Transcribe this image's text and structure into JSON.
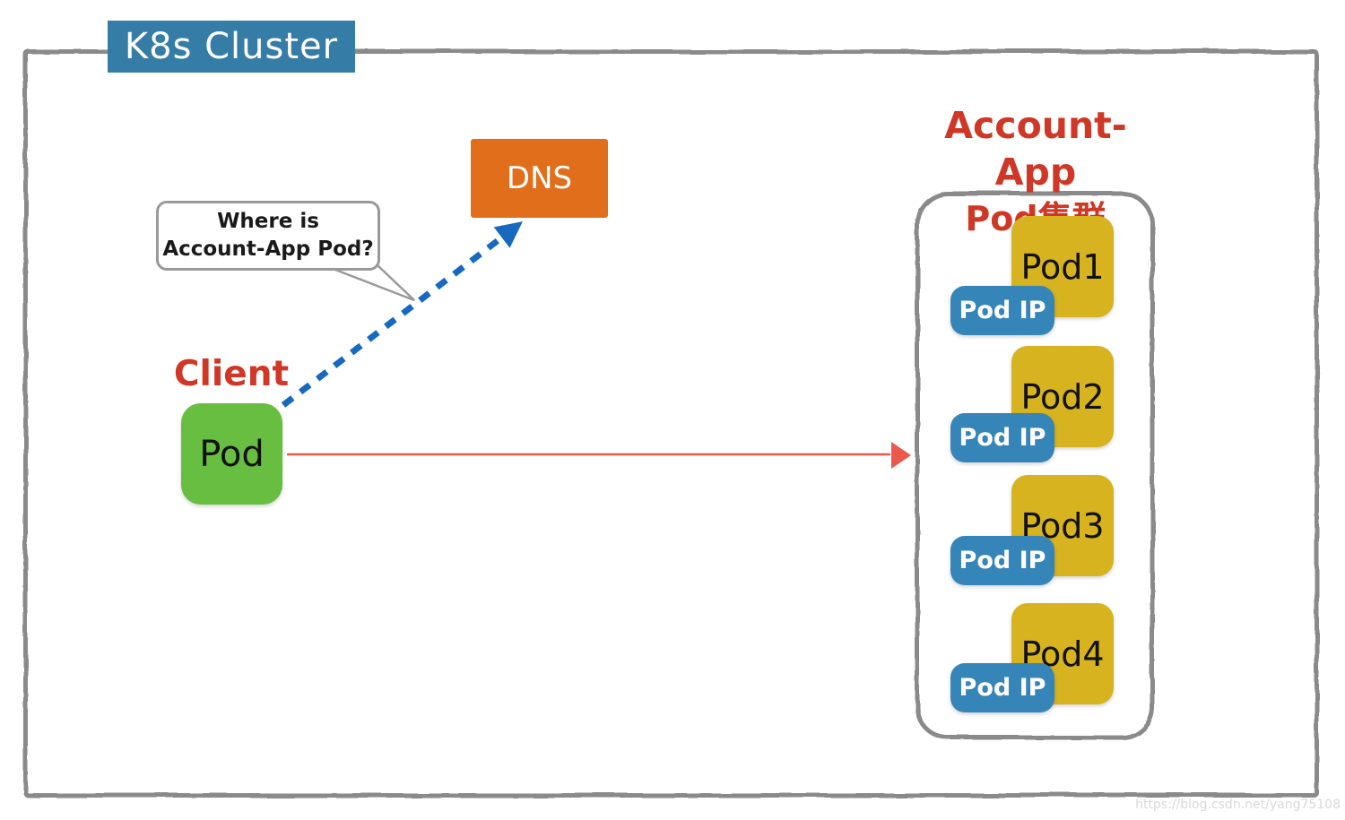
{
  "cluster": {
    "title": "K8s Cluster"
  },
  "dns": {
    "label": "DNS"
  },
  "speech_bubble": {
    "line1": "Where is",
    "line2": "Account-App Pod?"
  },
  "client": {
    "label": "Client",
    "pod_label": "Pod"
  },
  "pod_group": {
    "title_line1": "Account-App",
    "title_line2": "Pod集群",
    "pods": [
      {
        "name": "Pod1",
        "badge": "Pod IP"
      },
      {
        "name": "Pod2",
        "badge": "Pod IP"
      },
      {
        "name": "Pod3",
        "badge": "Pod IP"
      },
      {
        "name": "Pod4",
        "badge": "Pod IP"
      }
    ]
  },
  "arrows": {
    "dns_lookup": "dashed blue arrow from Client Pod to DNS",
    "request": "red arrow from Client Pod to Account-App Pod group"
  },
  "watermark": "https://blog.csdn.net/yang75108",
  "colors": {
    "title_bar_blue": "#357CA6",
    "dns_orange": "#E06E1A",
    "client_pod_green": "#68BE40",
    "pod_yellow": "#D6B31F",
    "pod_ip_blue": "#3685B8",
    "red_text": "#CF3726",
    "red_arrow": "#EB584C",
    "blue_arrow": "#1669BE",
    "border_gray": "#8a8a8a"
  }
}
